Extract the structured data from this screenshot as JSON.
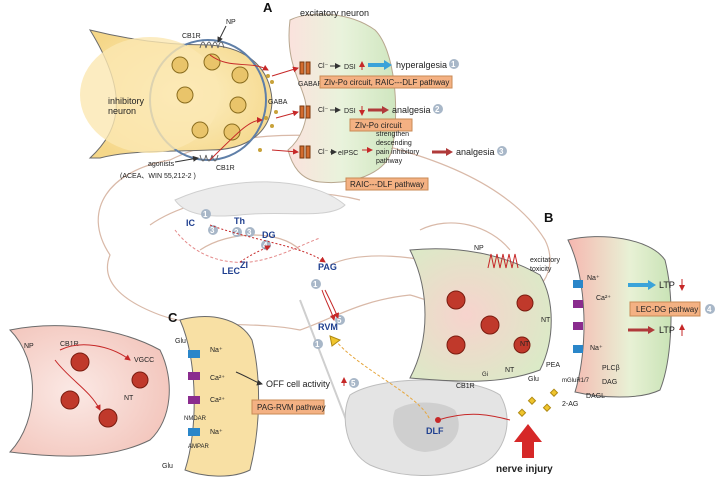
{
  "panels": {
    "a": "A",
    "b": "B",
    "c": "C"
  },
  "colors": {
    "excitatory_gradient_start": "#e8f3d8",
    "excitatory_gradient_end": "#f2b7b0",
    "inhibitory_fill": "#f9e2a8",
    "neuron_fill": "#e9e2c8",
    "box_fill": "#f4b183",
    "circle_fill": "#a8b7c8",
    "receptor_blue": "#2a86c9",
    "receptor_purple": "#8a2c8e",
    "arrow_red": "#c62828",
    "arrow_blue": "#3aa3d9",
    "region_blue": "#1f3f8f"
  },
  "panel_a": {
    "excitatory_neuron": "excitatory neuron",
    "inhibitory_neuron": "inhibitory neuron",
    "cb1r_top": "CB1R",
    "np": "NP",
    "gabar": "GABAR",
    "gaba": "GABA",
    "cl_minus": "Cl⁻",
    "dsi_1": "DSI",
    "hyperalgesia": "hyperalgesia",
    "num_1": "1",
    "box_1": "ZIv-Po circuit, RAIC---DLF pathway",
    "dsi_2": "DSI",
    "analgesia_2": "analgesia",
    "num_2": "2",
    "box_2": "ZIv-Po circuit",
    "cl_2": "Cl⁻",
    "cl_3": "Cl⁻",
    "epsc": "eIPSC",
    "strengthen_1": "strengthen",
    "strengthen_2": "descending",
    "strengthen_3": "pain inhibitory",
    "strengthen_4": "pathway",
    "analgesia_3": "analgesia",
    "num_3": "3",
    "box_3": "RAIC---DLF pathway",
    "agonists_1": "agonists",
    "agonists_2": "(ACEA、WIN 55,212-2 )",
    "cb1r_bottom": "CB1R"
  },
  "brain": {
    "ic": "IC",
    "th": "Th",
    "dg": "DG",
    "lec": "LEC",
    "zi": "ZI",
    "pag": "PAG",
    "rvm": "RVM",
    "dlf": "DLF",
    "nerve_injury": "nerve injury",
    "n_ic": "1",
    "n_ic2": "3",
    "n_th": "2",
    "n_th2": "3",
    "n_dg": "4",
    "n_pag": "1",
    "n_rvm1": "5",
    "n_rvm2": "1"
  },
  "panel_b": {
    "np": "NP",
    "excitatory_toxicity_1": "excitatory",
    "excitatory_toxicity_2": "toxicity",
    "nt1": "NT",
    "nt2": "NT",
    "nt3": "NT",
    "na": "Na⁺",
    "ca": "Ca²⁺",
    "na2": "Na⁺",
    "ltp_down": "LTP",
    "ltp_up": "LTP",
    "box": "LEC-DG pathway",
    "num": "4",
    "pea": "PEA",
    "glu": "Glu",
    "plcb": "PLCβ",
    "dag": "DAG",
    "mglur": "mGluR1/7",
    "dagl": "DAGL",
    "two_ag": "2-AG",
    "cb1r": "CB1R",
    "gi": "Gi"
  },
  "panel_c": {
    "np": "NP",
    "cb1r": "CB1R",
    "vgcc": "VGCC",
    "glu_top": "Glu",
    "nt": "NT",
    "nmdar": "NMDAR",
    "na1": "Na⁺",
    "ca1": "Ca²⁺",
    "ampar": "AMPAR",
    "na2": "Na⁺",
    "ca2": "Ca²⁺",
    "off_cell": "OFF cell activity",
    "num": "5",
    "box": "PAG-RVM pathway",
    "glu_bottom": "Glu"
  }
}
